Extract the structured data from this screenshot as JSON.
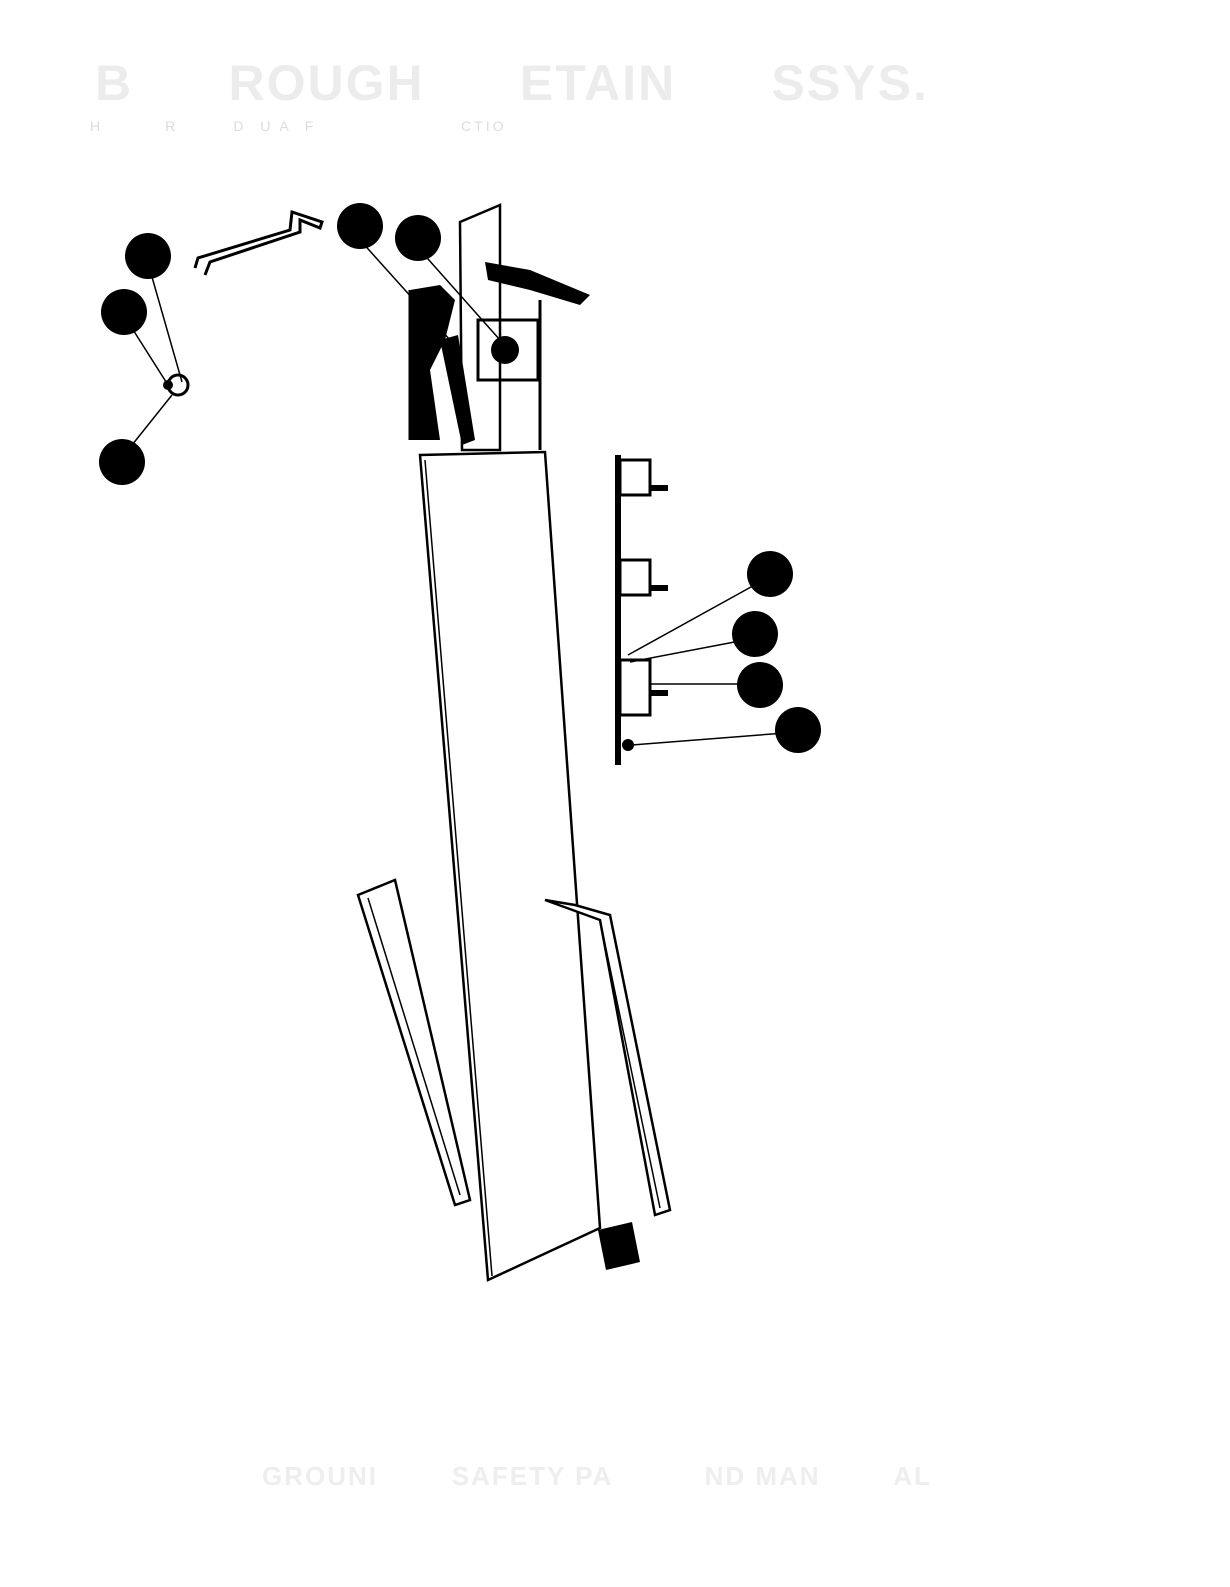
{
  "header": {
    "title": "B      ROUGH      ETAIN      SSYS.",
    "subtitle": "H         R        D  U A  F                     CTIO"
  },
  "footer": {
    "text": "GROUNI        SAFETY PA          ND MAN        AL"
  },
  "colors": {
    "ink": "#000000",
    "paper": "#ffffff",
    "faded_text": "#ececec"
  }
}
